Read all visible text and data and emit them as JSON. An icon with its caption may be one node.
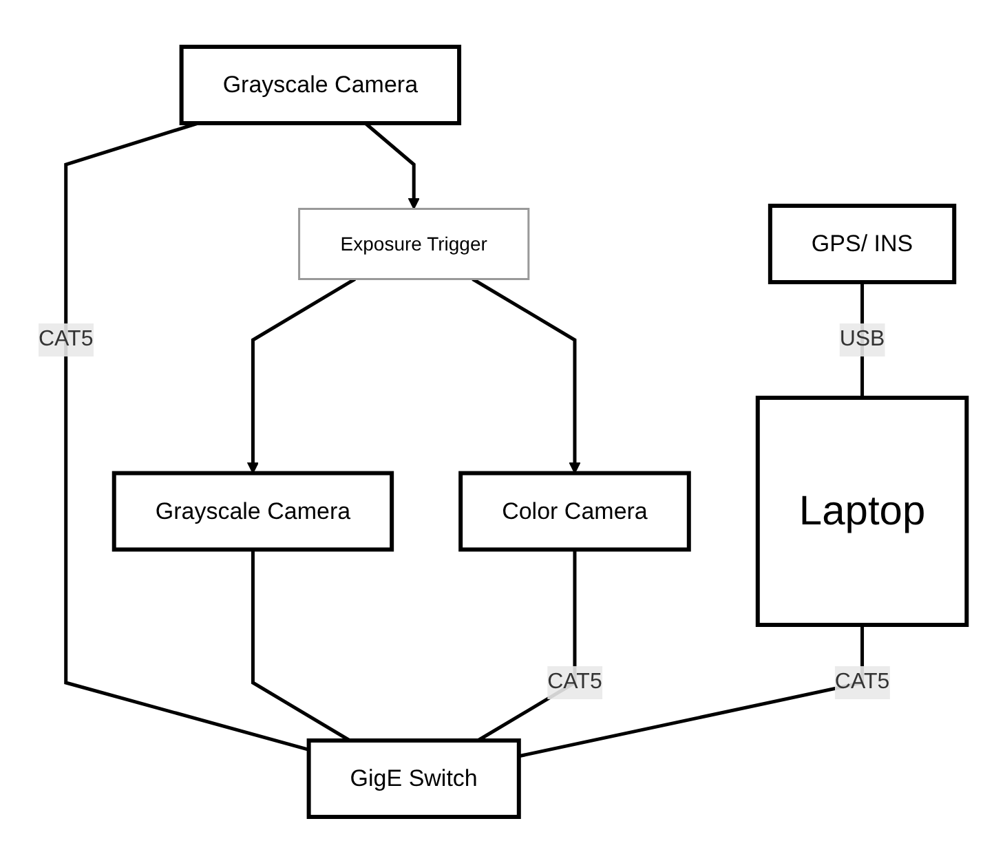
{
  "diagram": {
    "nodes": [
      {
        "text": [
          "Exposure Trigger"
        ]
      },
      {
        "text": [
          "Grayscale Camera"
        ]
      },
      {
        "text": [
          "Grayscale Camera"
        ]
      },
      {
        "text": [
          "Color Camera"
        ]
      },
      {
        "text": [
          "GPS/ INS"
        ]
      },
      {
        "text": [
          "Laptop"
        ]
      },
      {
        "text": [
          "GigE Switch"
        ]
      }
    ],
    "edges": [
      {
        "from": 1,
        "to": 0,
        "arrow": "to"
      },
      {
        "from": 0,
        "to": 2,
        "arrow": "to"
      },
      {
        "from": 0,
        "to": 3,
        "arrow": "to"
      },
      {
        "from": 1,
        "to": 6,
        "arrow": "none",
        "label": "CAT5"
      },
      {
        "from": 2,
        "to": 6,
        "arrow": "none"
      },
      {
        "from": 3,
        "to": 6,
        "arrow": "none",
        "label": "CAT5"
      },
      {
        "from": 4,
        "to": 5,
        "arrow": "none",
        "label": "USB"
      },
      {
        "from": 5,
        "to": 6,
        "arrow": "none",
        "label": "CAT5"
      }
    ]
  }
}
